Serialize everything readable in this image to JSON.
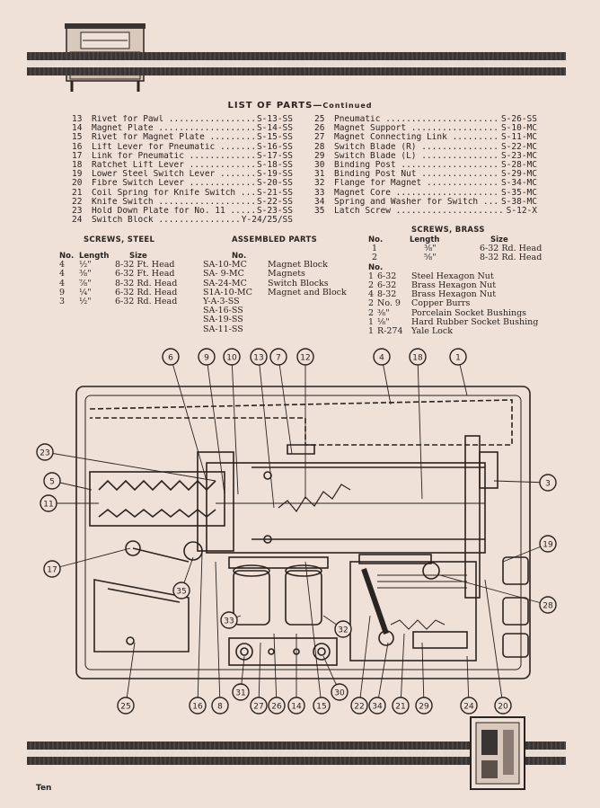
{
  "title": {
    "main": "LIST OF PARTS",
    "dash": "—",
    "suffix": "Continued"
  },
  "parts_left": [
    {
      "no": "13",
      "desc": "Rivet for Pawl",
      "code": "S-13-SS"
    },
    {
      "no": "14",
      "desc": "Magnet Plate",
      "code": "S-14-SS"
    },
    {
      "no": "15",
      "desc": "Rivet for Magnet Plate",
      "code": "S-15-SS"
    },
    {
      "no": "16",
      "desc": "Lift Lever for Pneumatic",
      "code": "S-16-SS"
    },
    {
      "no": "17",
      "desc": "Link for Pneumatic",
      "code": "S-17-SS"
    },
    {
      "no": "18",
      "desc": "Ratchet Lift Lever",
      "code": "S-18-SS"
    },
    {
      "no": "19",
      "desc": "Lower Steel Switch Lever",
      "code": "S-19-SS"
    },
    {
      "no": "20",
      "desc": "Fibre Switch Lever",
      "code": "S-20-SS"
    },
    {
      "no": "21",
      "desc": "Coil Spring for Knife Switch",
      "code": "S-21-SS"
    },
    {
      "no": "22",
      "desc": "Knife Switch",
      "code": "S-22-SS"
    },
    {
      "no": "23",
      "desc": "Hold Down Plate for No. 11",
      "code": "S-23-SS"
    },
    {
      "no": "24",
      "desc": "Switch Block",
      "code": "Y-24/25/SS"
    }
  ],
  "parts_right": [
    {
      "no": "25",
      "desc": "Pneumatic",
      "code": "S-26-SS"
    },
    {
      "no": "26",
      "desc": "Magnet Support",
      "code": "S-10-MC"
    },
    {
      "no": "27",
      "desc": "Magnet Connecting Link",
      "code": "S-11-MC"
    },
    {
      "no": "28",
      "desc": "Switch Blade (R)",
      "code": "S-22-MC"
    },
    {
      "no": "29",
      "desc": "Switch Blade (L)",
      "code": "S-23-MC"
    },
    {
      "no": "30",
      "desc": "Binding Post",
      "code": "S-28-MC"
    },
    {
      "no": "31",
      "desc": "Binding Post Nut",
      "code": "S-29-MC"
    },
    {
      "no": "32",
      "desc": "Flange for Magnet",
      "code": "S-34-MC"
    },
    {
      "no": "33",
      "desc": "Magnet Core",
      "code": "S-35-MC"
    },
    {
      "no": "34",
      "desc": "Spring and Washer for Switch",
      "code": "S-38-MC"
    },
    {
      "no": "35",
      "desc": "Latch Screw",
      "code": "S-12-X"
    }
  ],
  "screws_steel": {
    "heading": "SCREWS, STEEL",
    "col_no": "No.",
    "col_length": "Length",
    "col_size": "Size",
    "rows": [
      {
        "no": "4",
        "length": "½\"",
        "size": "8-32 Ft. Head"
      },
      {
        "no": "4",
        "length": "⅜\"",
        "size": "6-32 Ft. Head"
      },
      {
        "no": "4",
        "length": "⅞\"",
        "size": "8-32 Rd. Head"
      },
      {
        "no": "9",
        "length": "¼\"",
        "size": "6-32 Rd. Head"
      },
      {
        "no": "3",
        "length": "½\"",
        "size": "6-32 Rd. Head"
      }
    ]
  },
  "assembled_parts": {
    "heading": "ASSEMBLED PARTS",
    "col_no": "No.",
    "rows": [
      {
        "no": "SA-10-MC",
        "desc": "Magnet Block"
      },
      {
        "no": "SA- 9-MC",
        "desc": "Magnets"
      },
      {
        "no": "SA-24-MC",
        "desc": "Switch Blocks"
      },
      {
        "no": "S1A-10-MC",
        "desc": "Magnet and Block"
      },
      {
        "no": "Y-A-3-SS",
        "desc": ""
      },
      {
        "no": "SA-16-SS",
        "desc": ""
      },
      {
        "no": "SA-19-SS",
        "desc": ""
      },
      {
        "no": "SA-11-SS",
        "desc": ""
      }
    ]
  },
  "screws_brass": {
    "heading": "SCREWS, BRASS",
    "col_no": "No.",
    "col_length": "Length",
    "col_size": "Size",
    "rows": [
      {
        "no": "1",
        "length": "⅜\"",
        "size": "6-32 Rd. Head"
      },
      {
        "no": "2",
        "length": "⅝\"",
        "size": "8-32 Rd. Head"
      }
    ],
    "col_no2": "No.",
    "misc": [
      {
        "no": "1",
        "item": "6-32",
        "desc": "Steel Hexagon Nut"
      },
      {
        "no": "2",
        "item": "6-32",
        "desc": "Brass Hexagon Nut"
      },
      {
        "no": "4",
        "item": "8-32",
        "desc": "Brass Hexagon Nut"
      },
      {
        "no": "2",
        "item": "No. 9",
        "desc": "Copper Burrs"
      },
      {
        "no": "2",
        "item": "⅜\"",
        "desc": "Porcelain Socket Bushings"
      },
      {
        "no": "1",
        "item": "⅛\"",
        "desc": "Hard Rubber Socket Bushing"
      },
      {
        "no": "1",
        "item": "R-274",
        "desc": "Yale Lock"
      }
    ]
  },
  "callouts_top": [
    "6",
    "9",
    "10",
    "13",
    "7",
    "12",
    "4",
    "18",
    "1"
  ],
  "callouts_left": [
    "23",
    "5",
    "11",
    "17",
    "35"
  ],
  "callouts_right": [
    "3",
    "19",
    "28"
  ],
  "callouts_inner": [
    "33",
    "32"
  ],
  "callouts_bottom": [
    "25",
    "16",
    "8",
    "31",
    "27",
    "26",
    "14",
    "15",
    "30",
    "22",
    "34",
    "21",
    "29",
    "24",
    "20"
  ],
  "page_number": "Ten",
  "colors": {
    "paper": "#efe1d8",
    "ink": "#2a2320",
    "band": "#3a3533"
  }
}
